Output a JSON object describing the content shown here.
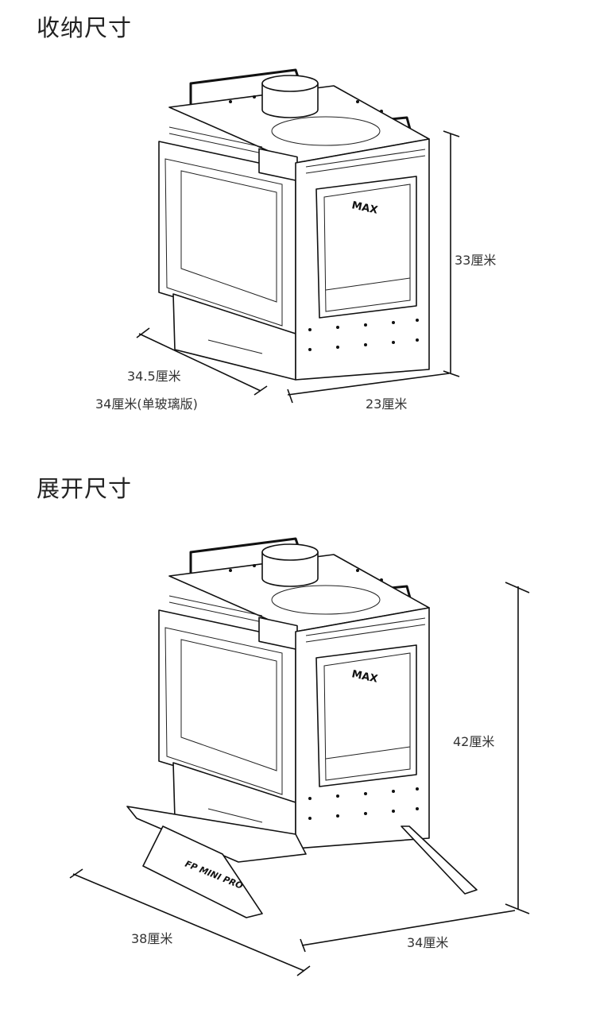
{
  "stored": {
    "title": "收纳尺寸",
    "height": "33厘米",
    "length": "34.5厘米",
    "length_single_glass": "34厘米(单玻璃版)",
    "width": "23厘米",
    "window_mark": "MAX"
  },
  "deployed": {
    "title": "展开尺寸",
    "height": "42厘米",
    "length": "38厘米",
    "width": "34厘米",
    "window_mark": "MAX",
    "stand_mark": "FP MINI PRO"
  }
}
